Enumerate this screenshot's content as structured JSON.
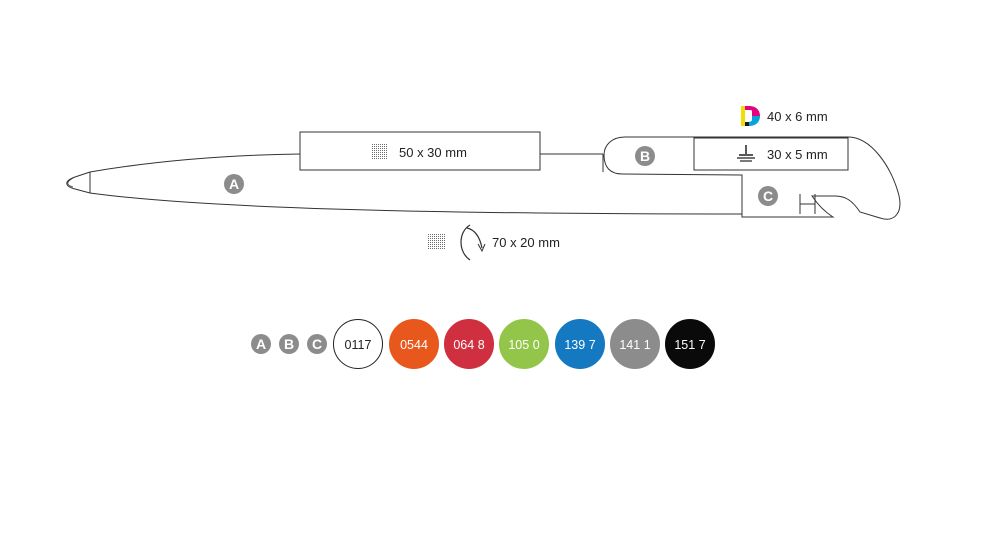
{
  "print_areas": {
    "barrel": "50 x 30 mm",
    "rotary": "70 x 20 mm",
    "clip_digital": "40 x 6 mm",
    "clip_pad": "30 x 5 mm"
  },
  "parts": {
    "a": "A",
    "b": "B",
    "c": "C"
  },
  "icons": [
    "screen-print-grid-icon",
    "rotate-arrow-icon",
    "digital-print-icon",
    "pad-print-icon"
  ],
  "colors": [
    {
      "code": "0117",
      "hex": "#ffffff",
      "text": "#222222"
    },
    {
      "code": "0544",
      "hex": "#e8581c",
      "text": "#ffffff"
    },
    {
      "code": "064 8",
      "hex": "#d02f3f",
      "text": "#ffffff"
    },
    {
      "code": "105 0",
      "hex": "#93c54b",
      "text": "#ffffff"
    },
    {
      "code": "139 7",
      "hex": "#1479c1",
      "text": "#ffffff"
    },
    {
      "code": "141 1",
      "hex": "#8c8c8c",
      "text": "#ffffff"
    },
    {
      "code": "151 7",
      "hex": "#0a0a0a",
      "text": "#ffffff"
    }
  ]
}
